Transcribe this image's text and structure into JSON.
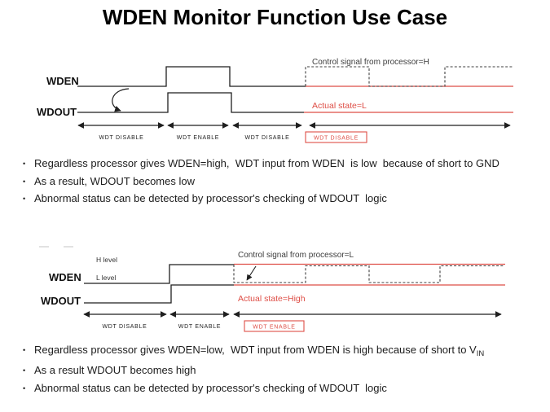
{
  "title": "WDEN Monitor Function Use Case",
  "colors": {
    "accent_red": "#de4e46",
    "signal_line": "#1f1f1f",
    "dashed_control": "#3f3f3f"
  },
  "diagram1": {
    "wden_label": "WDEN",
    "wdout_label": "WDOUT",
    "control_label": "Control signal from processor=H",
    "actual_label": "Actual state=L",
    "timeline_labels": [
      "WDT DISABLE",
      "WDT ENABLE",
      "WDT DISABLE"
    ],
    "highlight_label": "WDT DISABLE"
  },
  "bullets_top": [
    "Regardless processor gives WDEN=high,  WDT input from WDEN  is low  because of short to GND",
    "As a result, WDOUT becomes low",
    "Abnormal status can be detected by processor's checking of WDOUT  logic"
  ],
  "diagram2": {
    "wden_label": "WDEN",
    "wdout_label": "WDOUT",
    "h_level_label": "H level",
    "l_level_label": "L level",
    "control_label": "Control signal from processor=L",
    "actual_label": "Actual state=High",
    "timeline_labels": [
      "WDT DISABLE",
      "WDT ENABLE"
    ],
    "highlight_label": "WDT ENABLE"
  },
  "bullets_bottom": [
    {
      "text": "Regardless processor gives WDEN=low,  WDT input from WDEN is high because of short to V",
      "sub": "IN"
    },
    {
      "text": "As a result WDOUT becomes high",
      "sub": ""
    },
    {
      "text": "Abnormal status can be detected by processor's checking of WDOUT  logic",
      "sub": ""
    }
  ]
}
